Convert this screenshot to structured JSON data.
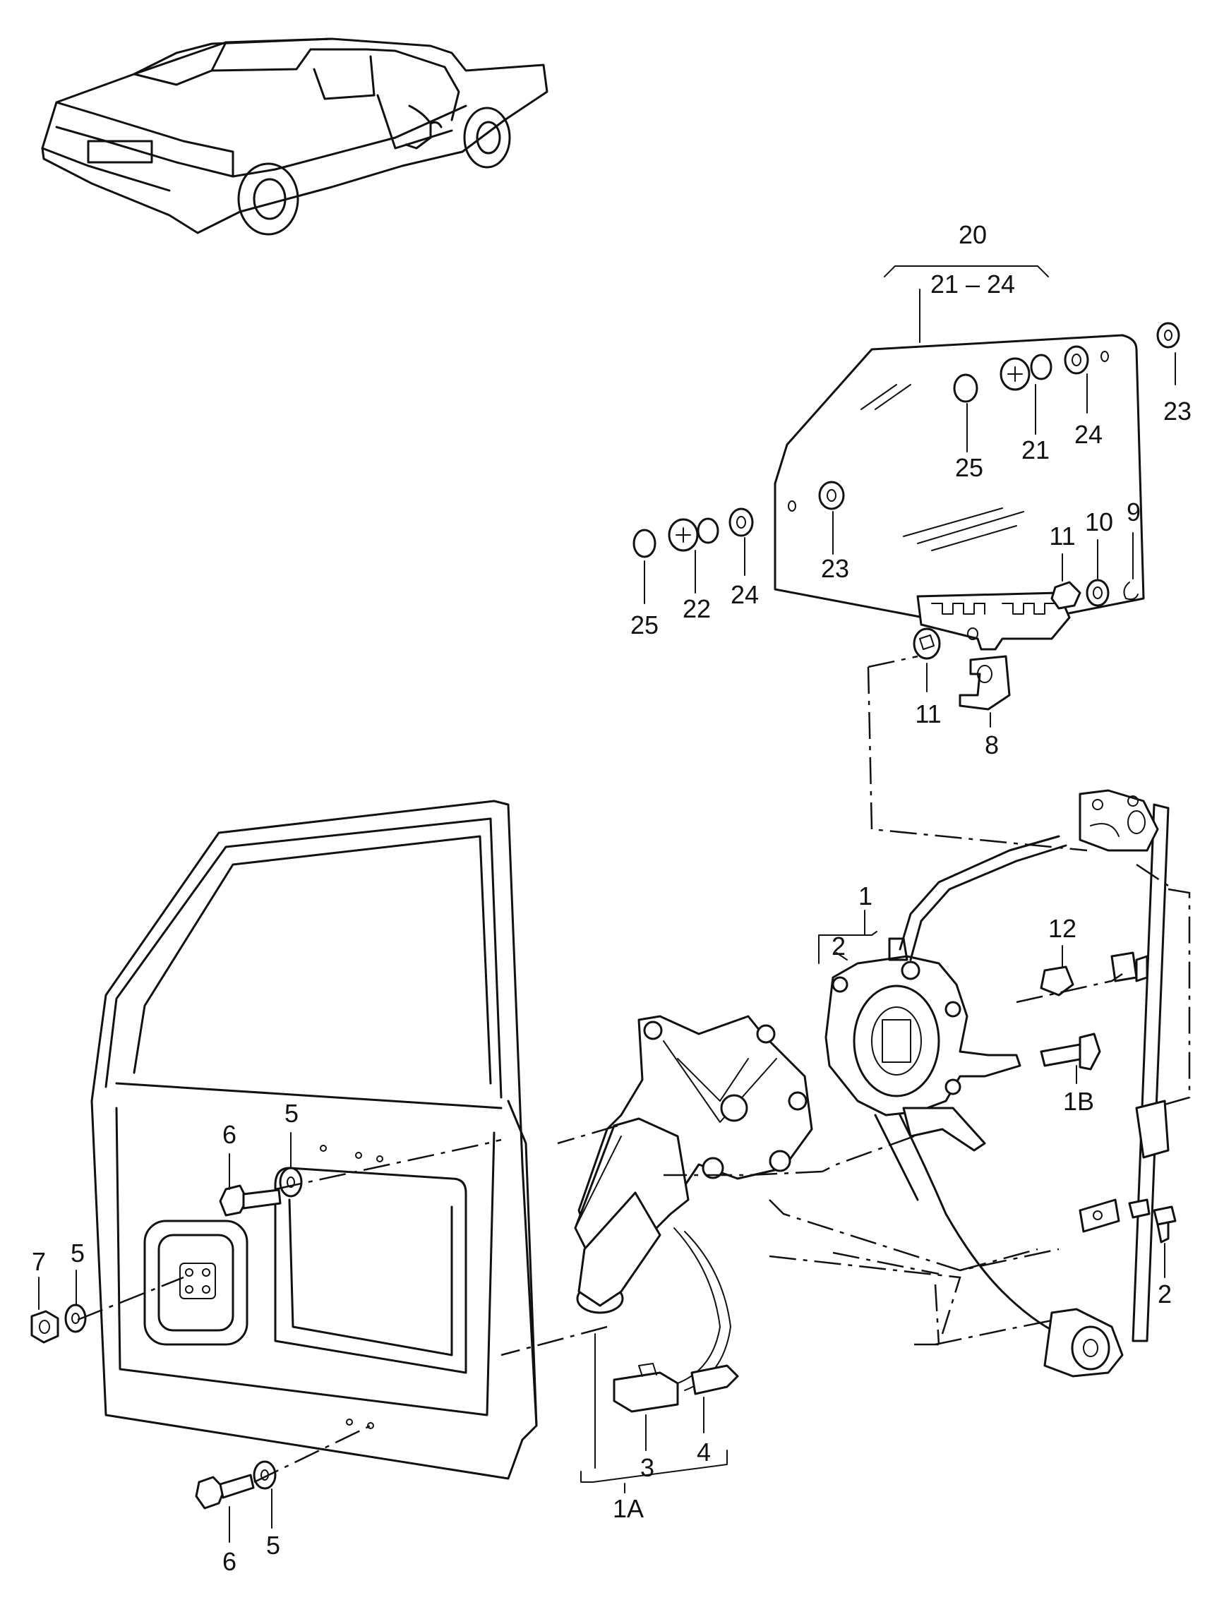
{
  "labels": {
    "p20": "20",
    "p21_24": "21 – 24",
    "p23_top": "23",
    "p25_top": "25",
    "p21_top": "21",
    "p24_top": "24",
    "p25_left": "25",
    "p22": "22",
    "p24_left": "24",
    "p23_mid": "23",
    "p11_right": "11",
    "p10": "10",
    "p9": "9",
    "p11_left": "11",
    "p8": "8",
    "p1": "1",
    "p2_motor": "2",
    "p12": "12",
    "p1B": "1B",
    "p2_right": "2",
    "p6_top": "6",
    "p5_top": "5",
    "p7": "7",
    "p5_left": "5",
    "p3": "3",
    "p4": "4",
    "p1A": "1A",
    "p6_bottom": "6",
    "p5_bottom": "5"
  }
}
